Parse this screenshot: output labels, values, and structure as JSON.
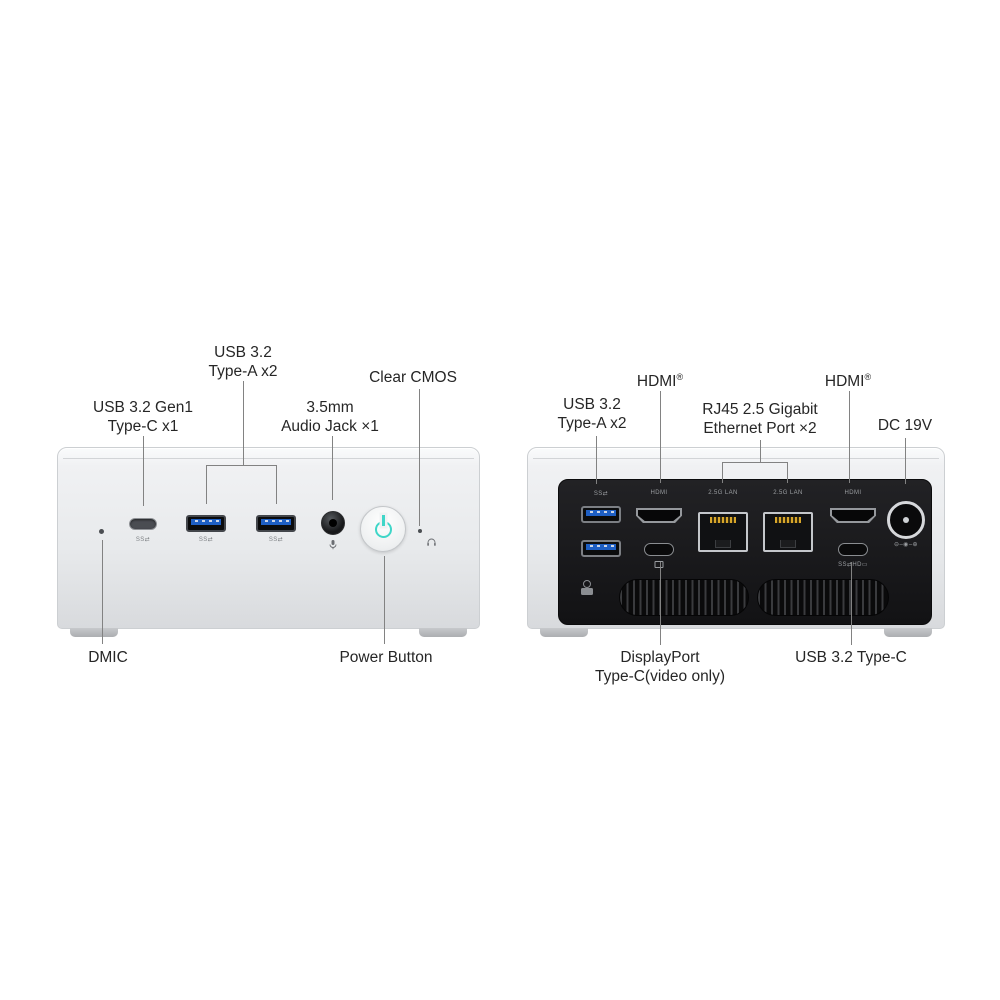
{
  "diagram": {
    "title_hint": "mini pc front and rear port callout diagram",
    "front": {
      "usb_c_label": {
        "l1": "USB 3.2 Gen1",
        "l2": "Type-C x1"
      },
      "usb_a_label": {
        "l1": "USB 3.2",
        "l2": "Type-A x2"
      },
      "audio_label": {
        "l1": "3.5mm",
        "l2": "Audio Jack ×1"
      },
      "cmos_label": "Clear CMOS",
      "dmic_label": "DMIC",
      "power_label": "Power Button",
      "prints": {
        "usb_c": "SS⇄",
        "usb_a1": "SS⇄",
        "usb_a2": "SS⇄"
      }
    },
    "rear": {
      "usb_a_label": {
        "l1": "USB 3.2",
        "l2": "Type-A x2"
      },
      "hdmi_left_label": "HDMI",
      "hdmi_right_label": "HDMI",
      "reg_mark": "®",
      "lan_label": {
        "l1": "RJ45 2.5 Gigabit",
        "l2": "Ethernet Port ×2"
      },
      "dc_label": "DC 19V",
      "dp_label": {
        "l1": "DisplayPort",
        "l2": "Type-C(video only)"
      },
      "usb_c_label": "USB 3.2 Type-C",
      "prints": {
        "usb_a": "SS⇄",
        "hdmi_left": "HDMI",
        "lan1": "2.5G LAN",
        "lan2": "2.5G LAN",
        "hdmi_right": "HDMI",
        "usb_c": "SS⇄HD▭",
        "dc_polarity": "⊖–◉–⊕"
      }
    },
    "colors": {
      "usb_blue": "#1e5fc4",
      "power_teal": "#3fd6c8",
      "panel_black": "#18181a",
      "body_silver": "#e8eaec",
      "leader_line": "#828282"
    }
  }
}
